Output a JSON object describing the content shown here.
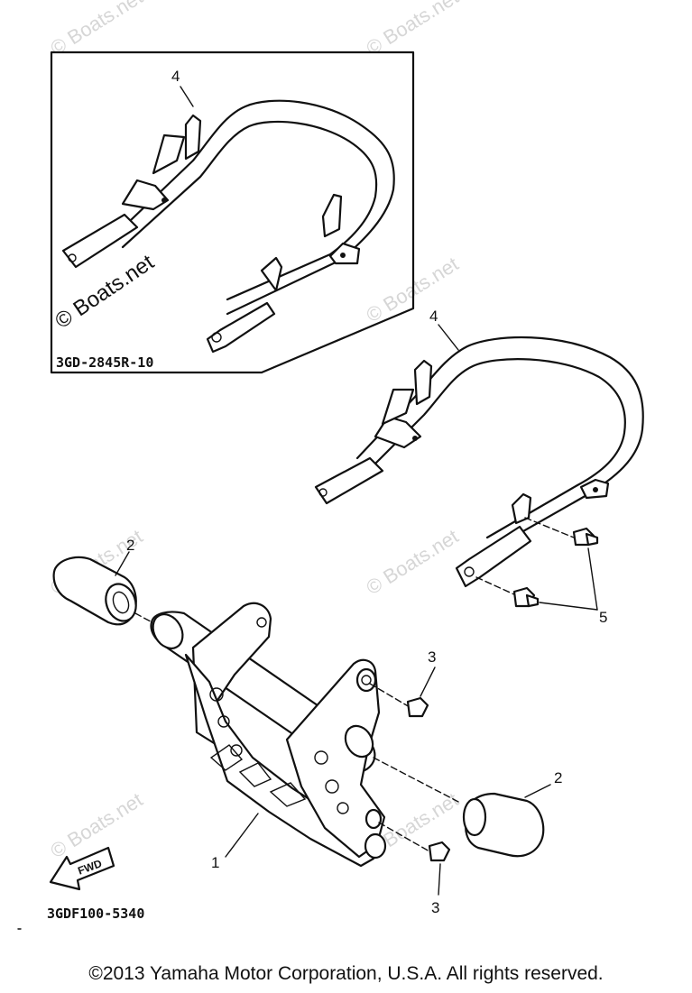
{
  "callouts": {
    "c1": "1",
    "c2a": "2",
    "c2b": "2",
    "c3a": "3",
    "c3b": "3",
    "c4a": "4",
    "c4b": "4",
    "c5": "5"
  },
  "inset_code": "3GD-2845R-10",
  "diagram_code": "3GDF100-5340",
  "fwd_label": "FWD",
  "watermark": "© Boats.net",
  "copyright": "©2013 Yamaha Motor Corporation, U.S.A. All rights reserved."
}
